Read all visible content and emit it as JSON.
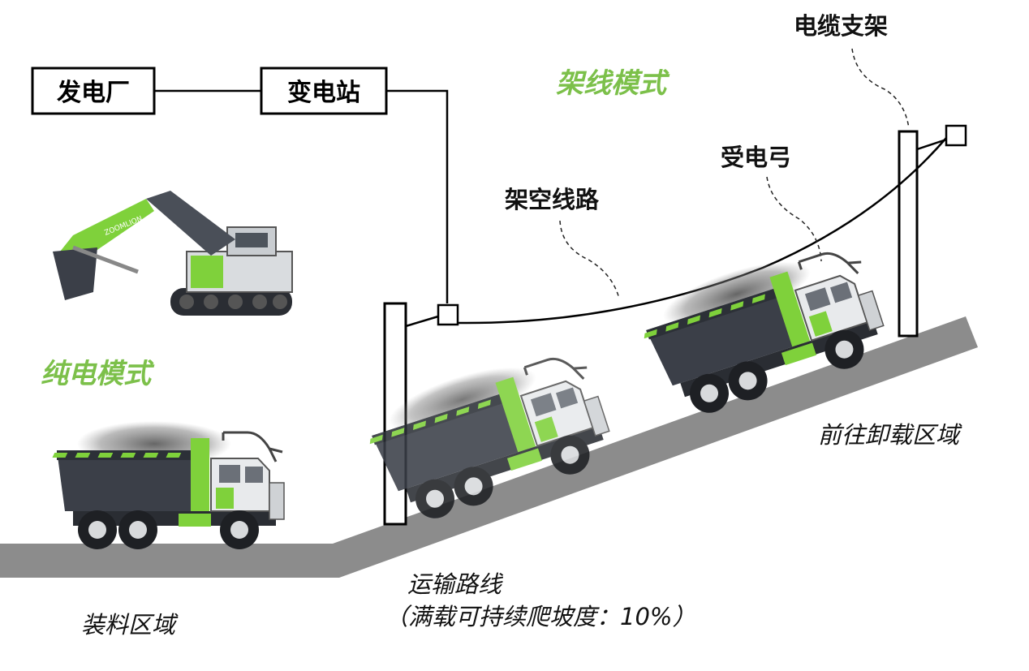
{
  "labels": {
    "power_plant": "发电厂",
    "substation": "变电站",
    "cable_support": "电缆支架",
    "catenary_mode": "架线模式",
    "pantograph": "受电弓",
    "overhead_line": "架空线路",
    "pure_electric_mode": "纯电模式",
    "to_unloading_area": "前往卸载区域",
    "haul_route_line1": "运输路线",
    "haul_route_line2": "（满载可持续爬坡度：10%）",
    "loading_area": "装料区域",
    "excavator_brand": "ZOOMLION"
  },
  "colors": {
    "accent_green": "#7cc04a",
    "truck_green": "#7fd13b",
    "truck_body": "#3b3f48",
    "road": "#8c8c8c"
  },
  "icons": [
    "excavator",
    "dump-truck",
    "pylon",
    "pantograph"
  ]
}
